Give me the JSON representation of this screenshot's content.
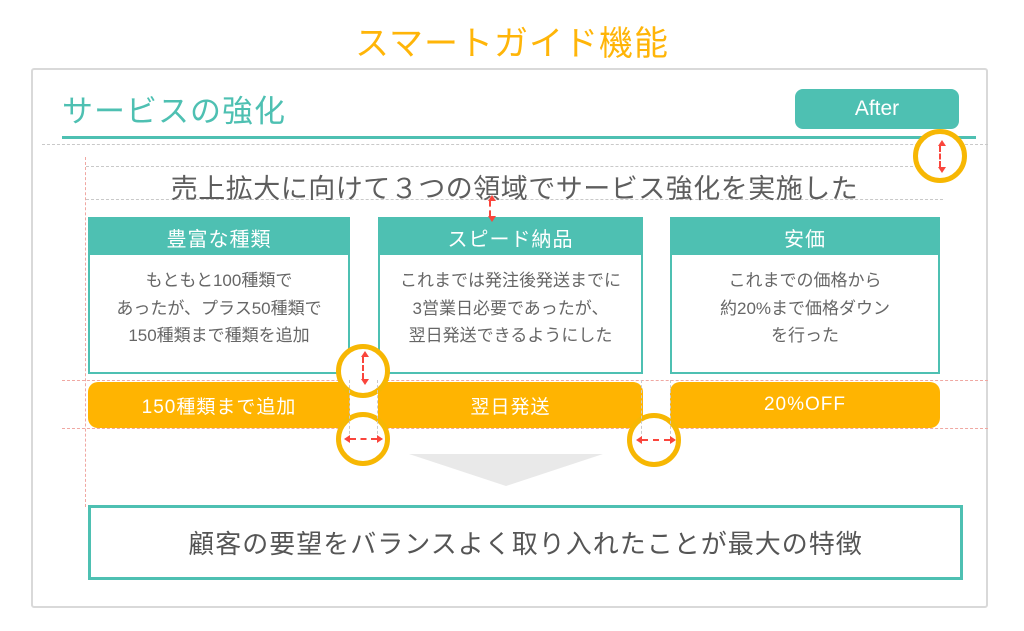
{
  "page": {
    "title": "スマートガイド機能"
  },
  "slide": {
    "heading": "サービスの強化",
    "after_badge": "After",
    "lead": "売上拡大に向けて３つの領域でサービス強化を実施した",
    "cards": [
      {
        "header": "豊富な種類",
        "body": "もともと100種類で\nあったが、プラス50種類で\n150種類まで種類を追加",
        "tag": "150種類まで追加"
      },
      {
        "header": "スピード納品",
        "body": "これまでは発注後発送までに\n3営業日必要であったが、\n翌日発送できるようにした",
        "tag": "翌日発送"
      },
      {
        "header": "安価",
        "body": "これまでの価格から\n約20%まで価格ダウン\nを行った",
        "tag": "20%OFF"
      }
    ],
    "conclusion": "顧客の要望をバランスよく取り入れたことが最大の特徴"
  },
  "colors": {
    "teal": "#4EC0B2",
    "orange": "#FFB401",
    "title-orange": "#FFB508",
    "guide-red": "#FA453C",
    "guide-salmon": "#F0A8A2",
    "guide-gray": "#C9C9C9",
    "triangle": "#E9E9E9",
    "text-dark": "#5E5E5E"
  }
}
